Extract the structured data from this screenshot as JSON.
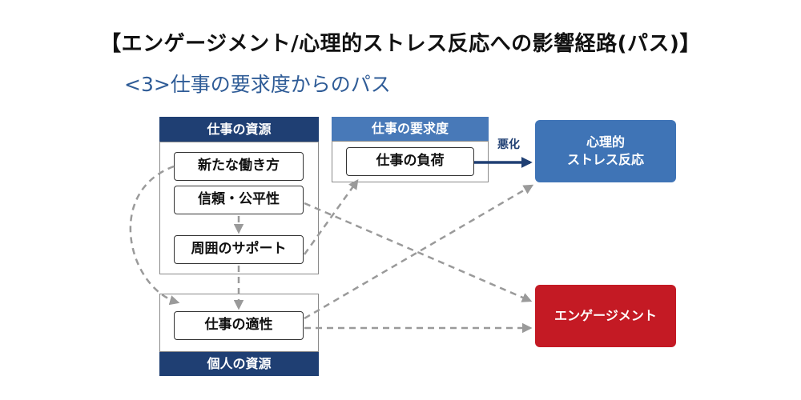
{
  "title": "【エンゲージメント/心理的ストレス反応への影響経路(パス)】",
  "subtitle": "<3>仕事の要求度からのパス",
  "job_resources": {
    "header": "仕事の資源",
    "items": [
      "新たな働き方",
      "信頼・公平性",
      "周囲のサポート"
    ]
  },
  "job_demands": {
    "header": "仕事の要求度",
    "item": "仕事の負荷"
  },
  "personal_resources": {
    "header": "個人の資源",
    "item": "仕事の適性"
  },
  "outcomes": {
    "stress_line1": "心理的",
    "stress_line2": "ストレス反応",
    "engagement": "エンゲージメント"
  },
  "arrow_label": "悪化",
  "colors": {
    "header_dark": "#1f3f73",
    "header_mid": "#4879b8",
    "stress": "#3f74b6",
    "engagement": "#c41a24",
    "dashed_arrow": "#9a9a9a"
  }
}
